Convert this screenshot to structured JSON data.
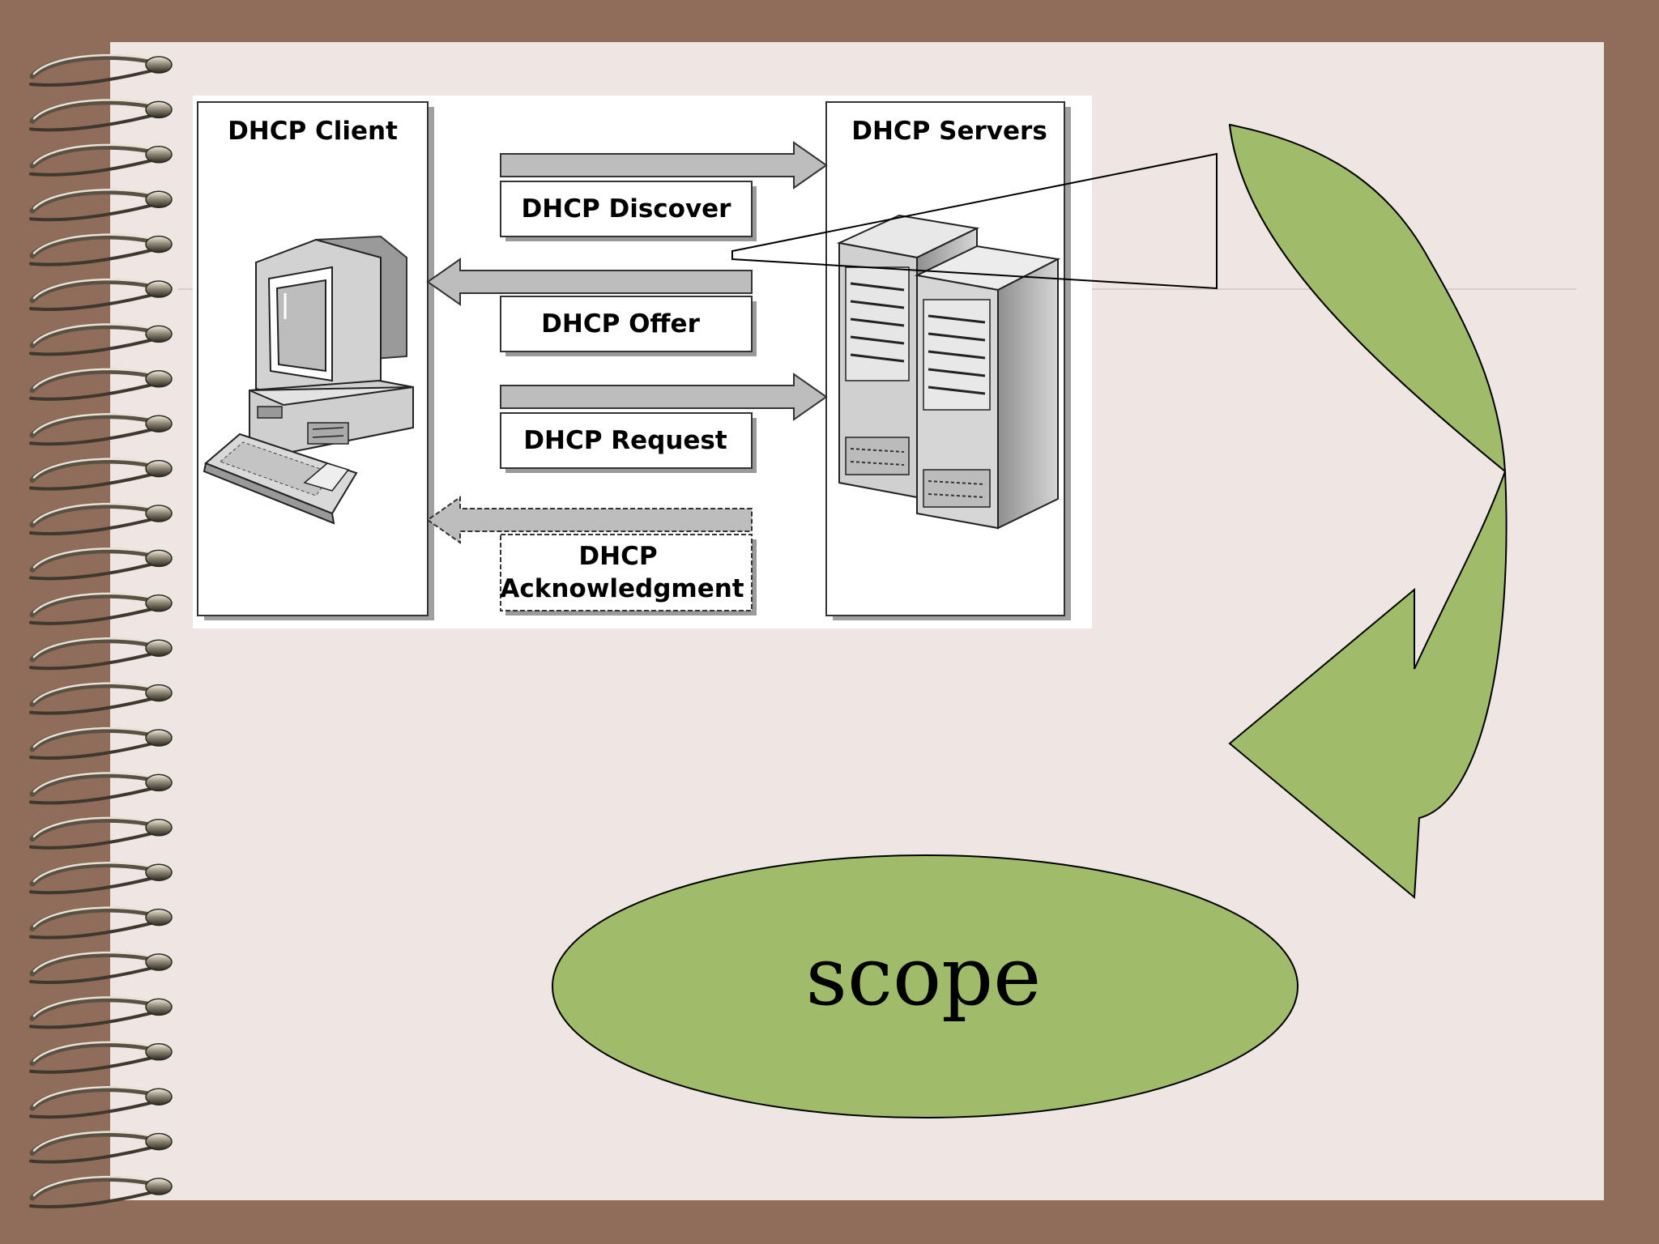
{
  "diagram": {
    "client": {
      "title": "DHCP Client"
    },
    "servers": {
      "title": "DHCP Servers"
    },
    "messages": [
      {
        "lines": [
          "DHCP Discover"
        ],
        "direction": "to-server"
      },
      {
        "lines": [
          "DHCP Offer"
        ],
        "direction": "to-client"
      },
      {
        "lines": [
          "DHCP Request"
        ],
        "direction": "to-server"
      },
      {
        "lines": [
          "DHCP",
          "Acknowledgment"
        ],
        "direction": "to-client"
      }
    ]
  },
  "scope": {
    "label": "scope"
  },
  "colors": {
    "frame": "#8f6d5a",
    "page": "#ede6e2",
    "shape_fill": "#a0bc6b",
    "arrow_gray": "#bdbdbd",
    "box_shadow": "#9a9a9a"
  }
}
